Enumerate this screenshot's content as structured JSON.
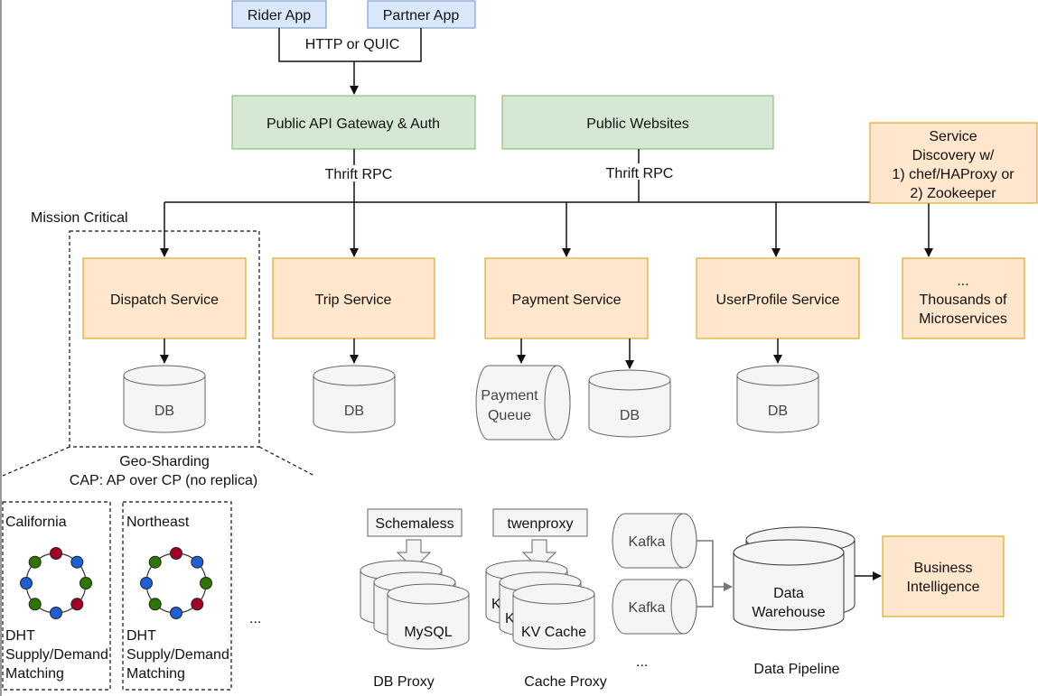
{
  "clients": {
    "rider": "Rider App",
    "partner": "Partner App",
    "protocol": "HTTP or QUIC"
  },
  "gateway": {
    "api": "Public API Gateway & Auth",
    "websites": "Public Websites",
    "rpc_left": "Thrift RPC",
    "rpc_right": "Thrift RPC"
  },
  "discovery": {
    "lines": [
      "Service",
      "Discovery w/",
      "1) chef/HAProxy or",
      "2) Zookeeper"
    ]
  },
  "mission_label": "Mission Critical",
  "services": {
    "dispatch": "Dispatch Service",
    "trip": "Trip Service",
    "payment": "Payment Service",
    "userprofile": "UserProfile Service",
    "micro": [
      "...",
      "Thousands of",
      "Microservices"
    ]
  },
  "db_label": "DB",
  "payment_queue": [
    "Payment",
    "Queue"
  ],
  "geo": {
    "line1": "Geo-Sharding",
    "line2": "CAP: AP over CP (no replica)"
  },
  "regions": [
    {
      "name": "California",
      "lines": [
        "DHT",
        "Supply/Demand",
        "Matching"
      ]
    },
    {
      "name": "Northeast",
      "lines": [
        "DHT",
        "Supply/Demand",
        "Matching"
      ]
    }
  ],
  "regions_more": "...",
  "db_proxy": {
    "tag": "Schemaless",
    "store": "MySQL",
    "caption": "DB Proxy"
  },
  "cache_proxy": {
    "tag": "twenproxy",
    "store": "KV Cache",
    "back_label": "K",
    "caption": "Cache Proxy"
  },
  "pipeline": {
    "kafka": "Kafka",
    "more": "...",
    "warehouse": [
      "Data",
      "Warehouse"
    ],
    "caption": "Data Pipeline"
  },
  "bi": [
    "Business",
    "Intelligence"
  ],
  "colors": {
    "blue_fill": "#dae8fc",
    "blue_stroke": "#6c8ebf",
    "green_fill": "#d5e8d4",
    "green_stroke": "#82b366",
    "orange_fill": "#ffe6cc",
    "orange_stroke": "#d79b00",
    "grey_fill": "#f5f5f5",
    "grey_stroke": "#666666",
    "node_red": "#a20025",
    "node_blue": "#1f5fd6",
    "node_green": "#2d7600"
  }
}
